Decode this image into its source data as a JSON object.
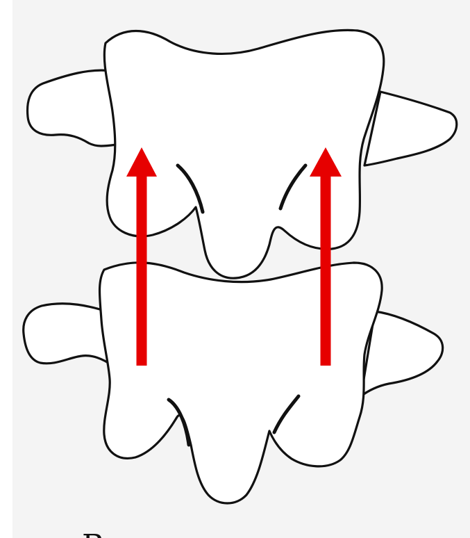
{
  "figure": {
    "background_color": "#ffffff",
    "page_color": "#f4f4f4",
    "line_color": "#111111",
    "arrow_color": "#e60000",
    "caption_fragment": "B",
    "arrows": [
      {
        "name": "left-arrow",
        "direction": "up"
      },
      {
        "name": "right-arrow",
        "direction": "up"
      }
    ],
    "vertebrae": [
      {
        "name": "upper-vertebra"
      },
      {
        "name": "lower-vertebra"
      }
    ]
  }
}
